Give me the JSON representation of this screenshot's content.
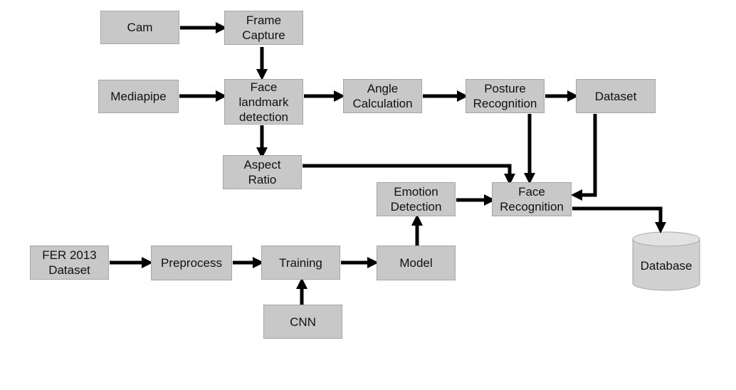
{
  "nodes": {
    "cam": "Cam",
    "frame_capture": "Frame\nCapture",
    "mediapipe": "Mediapipe",
    "face_landmark": "Face\nlandmark\ndetection",
    "angle_calc": "Angle\nCalculation",
    "posture_rec": "Posture\nRecognition",
    "dataset": "Dataset",
    "aspect_ratio": "Aspect\nRatio",
    "emotion_det": "Emotion\nDetection",
    "face_rec": "Face\nRecognition",
    "fer_dataset": "FER 2013\nDataset",
    "preprocess": "Preprocess",
    "training": "Training",
    "model": "Model",
    "cnn": "CNN",
    "database": "Database"
  },
  "colors": {
    "box_fill": "#c8c8c8",
    "box_border": "#a6a6a6",
    "arrow": "#000000",
    "db_fill": "#d0d0d0"
  }
}
